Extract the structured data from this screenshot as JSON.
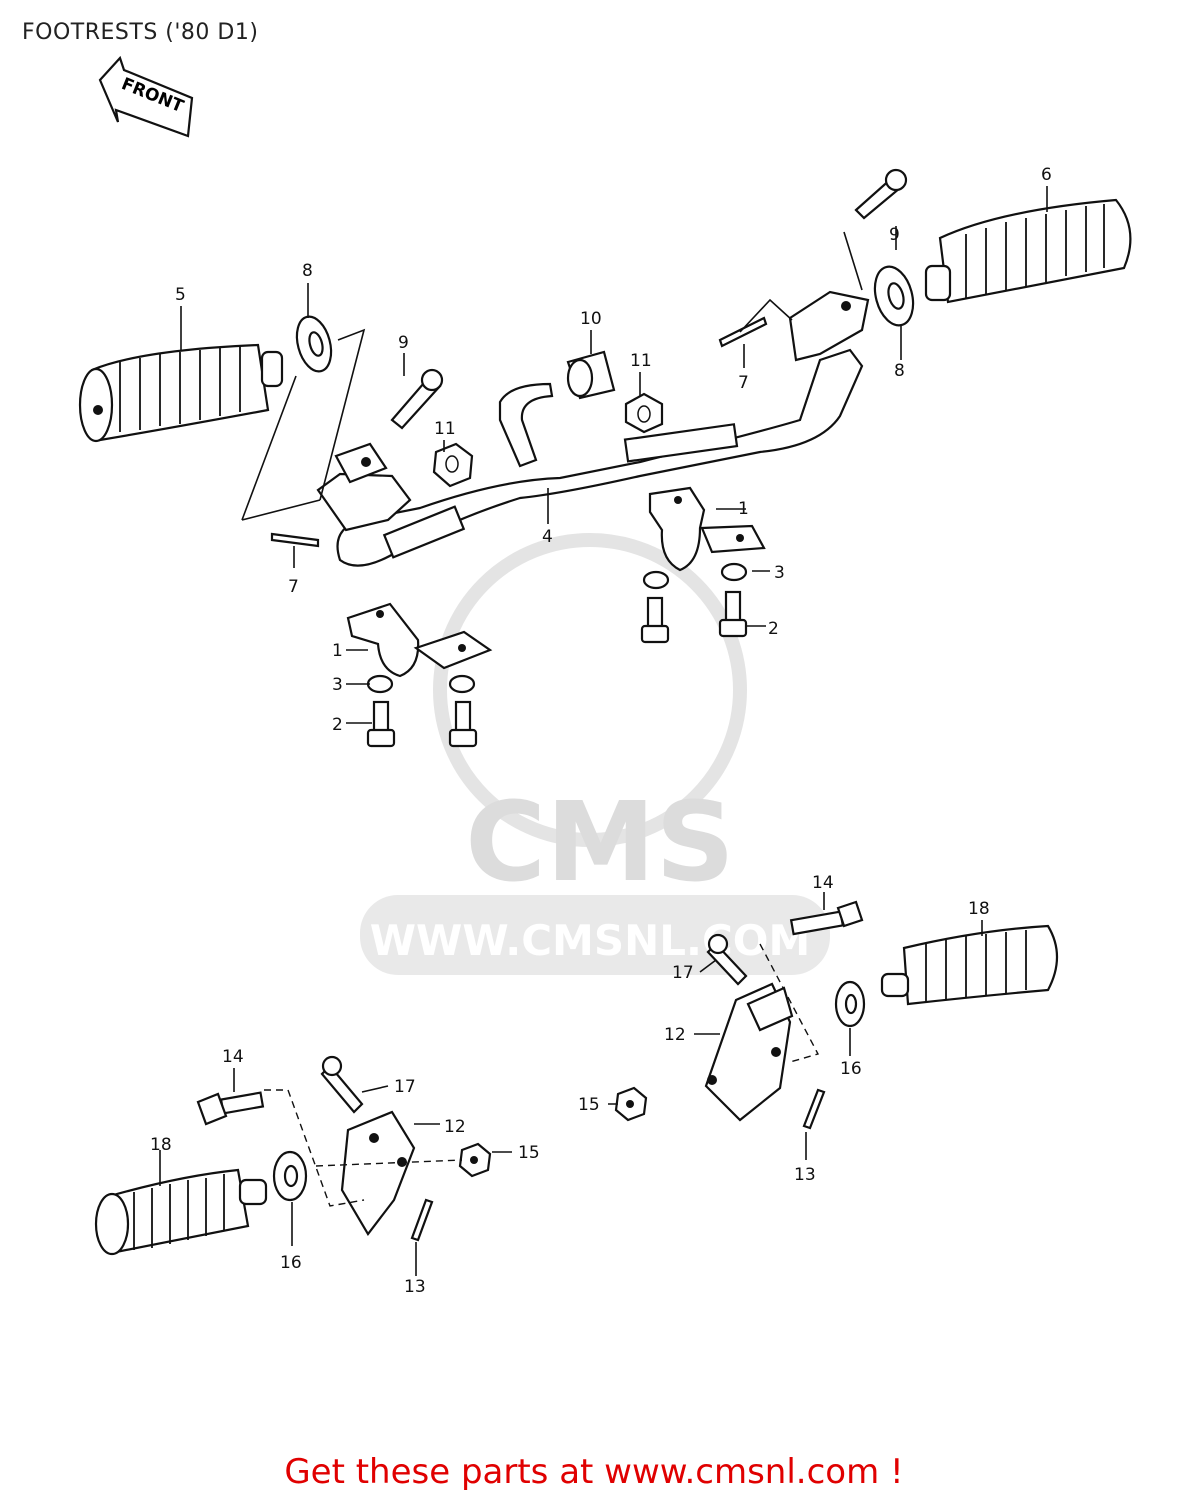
{
  "title": "FOOTRESTS ('80 D1)",
  "front_arrow_label": "FRONT",
  "watermark": {
    "brand": "CMS",
    "url": "WWW.CMSNL.COM"
  },
  "cta": "Get these parts at www.cmsnl.com !",
  "callouts": [
    {
      "id": "c5",
      "label": "5"
    },
    {
      "id": "c8a",
      "label": "8"
    },
    {
      "id": "c9a",
      "label": "9"
    },
    {
      "id": "c11a",
      "label": "11"
    },
    {
      "id": "c7a",
      "label": "7"
    },
    {
      "id": "c10",
      "label": "10"
    },
    {
      "id": "c11b",
      "label": "11"
    },
    {
      "id": "c7b",
      "label": "7"
    },
    {
      "id": "c9b",
      "label": "9"
    },
    {
      "id": "c6",
      "label": "6"
    },
    {
      "id": "c8b",
      "label": "8"
    },
    {
      "id": "c4",
      "label": "4"
    },
    {
      "id": "c1a",
      "label": "1"
    },
    {
      "id": "c3a",
      "label": "3"
    },
    {
      "id": "c2a",
      "label": "2"
    },
    {
      "id": "c1b",
      "label": "1"
    },
    {
      "id": "c3b",
      "label": "3"
    },
    {
      "id": "c2b",
      "label": "2"
    },
    {
      "id": "c14a",
      "label": "14"
    },
    {
      "id": "c18a",
      "label": "18"
    },
    {
      "id": "c17a",
      "label": "17"
    },
    {
      "id": "c12a",
      "label": "12"
    },
    {
      "id": "c15a",
      "label": "15"
    },
    {
      "id": "c16a",
      "label": "16"
    },
    {
      "id": "c13a",
      "label": "13"
    },
    {
      "id": "c14b",
      "label": "14"
    },
    {
      "id": "c18b",
      "label": "18"
    },
    {
      "id": "c17b",
      "label": "17"
    },
    {
      "id": "c12b",
      "label": "12"
    },
    {
      "id": "c15b",
      "label": "15"
    },
    {
      "id": "c16b",
      "label": "16"
    },
    {
      "id": "c13b",
      "label": "13"
    }
  ]
}
